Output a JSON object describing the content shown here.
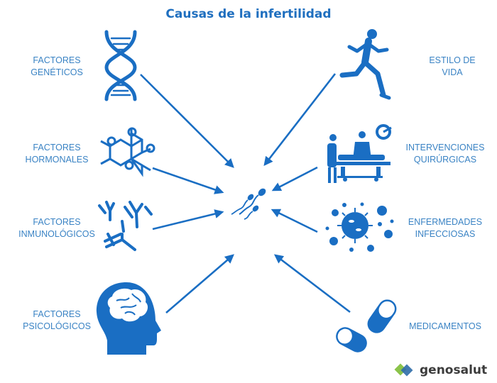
{
  "title": "Causas de la infertilidad",
  "colors": {
    "primary": "#1a6ec3",
    "label": "#3a83c4",
    "title": "#1f6fbf"
  },
  "causes_left": [
    {
      "label_1": "FACTORES",
      "label_2": "GENÉTICOS",
      "icon": "dna-icon"
    },
    {
      "label_1": "FACTORES",
      "label_2": "HORMONALES",
      "icon": "molecule-icon"
    },
    {
      "label_1": "FACTORES",
      "label_2": "INMUNOLÓGICOS",
      "icon": "antibody-icon"
    },
    {
      "label_1": "FACTORES",
      "label_2": "PSICOLÓGICOS",
      "icon": "brain-head-icon"
    }
  ],
  "causes_right": [
    {
      "label_1": "ESTILO DE",
      "label_2": "VIDA",
      "icon": "runner-icon"
    },
    {
      "label_1": "INTERVENCIONES",
      "label_2": "QUIRÚRGICAS",
      "icon": "surgery-icon"
    },
    {
      "label_1": "ENFERMEDADES",
      "label_2": "INFECCIOSAS",
      "icon": "virus-icon"
    },
    {
      "label_1": "MEDICAMENTOS",
      "label_2": "",
      "icon": "pill-capsule-icon"
    }
  ],
  "center_icon": "sperm-icon",
  "logo": {
    "text": "genosalut",
    "icon": "genosalut-logo-icon"
  }
}
